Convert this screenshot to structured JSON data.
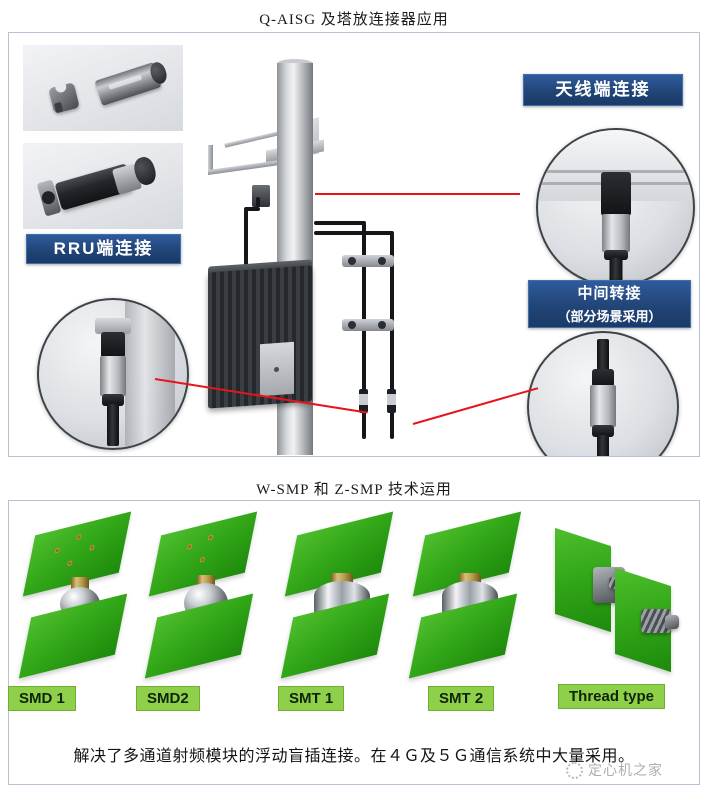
{
  "sections": {
    "top": {
      "heading": "Q-AISG 及塔放连接器应用",
      "callouts": [
        {
          "id": "antenna",
          "label": "天线端连接"
        },
        {
          "id": "rru",
          "label": "RRU端连接"
        },
        {
          "id": "middle",
          "label_line1": "中间转接",
          "label_line2": "（部分场景采用）"
        }
      ],
      "photos": [
        {
          "name": "connector-parts-exploded"
        },
        {
          "name": "connector-assembled"
        }
      ],
      "diagram": {
        "name": "tower-rru-antenna-diagram",
        "parts": [
          "mast-pole",
          "antenna-panel",
          "rru-unit",
          "feeder-cables",
          "cable-clamps"
        ]
      },
      "pointer_color": "#e8141b"
    },
    "bottom": {
      "heading": "W-SMP 和 Z-SMP 技术运用",
      "products": [
        {
          "label": "SMD 1",
          "type": "smd-brass"
        },
        {
          "label": "SMD2",
          "type": "smd-chrome"
        },
        {
          "label": "SMT  1",
          "type": "smt-chrome"
        },
        {
          "label": "SMT 2",
          "type": "smt-chrome"
        },
        {
          "label": "Thread type",
          "type": "threaded"
        }
      ],
      "caption": "解决了多通道射频模块的浮动盲插连接。在４Ｇ及５Ｇ通信系统中大量采用。"
    }
  },
  "watermark": {
    "text": "定心机之家",
    "logo": "circle-logo"
  },
  "colors": {
    "callout_blue": "#214577",
    "chip_green": "#8ed04a",
    "pcb_green": "#33a818",
    "pointer_red": "#e8141b",
    "panel_border": "#b9c0d4"
  }
}
